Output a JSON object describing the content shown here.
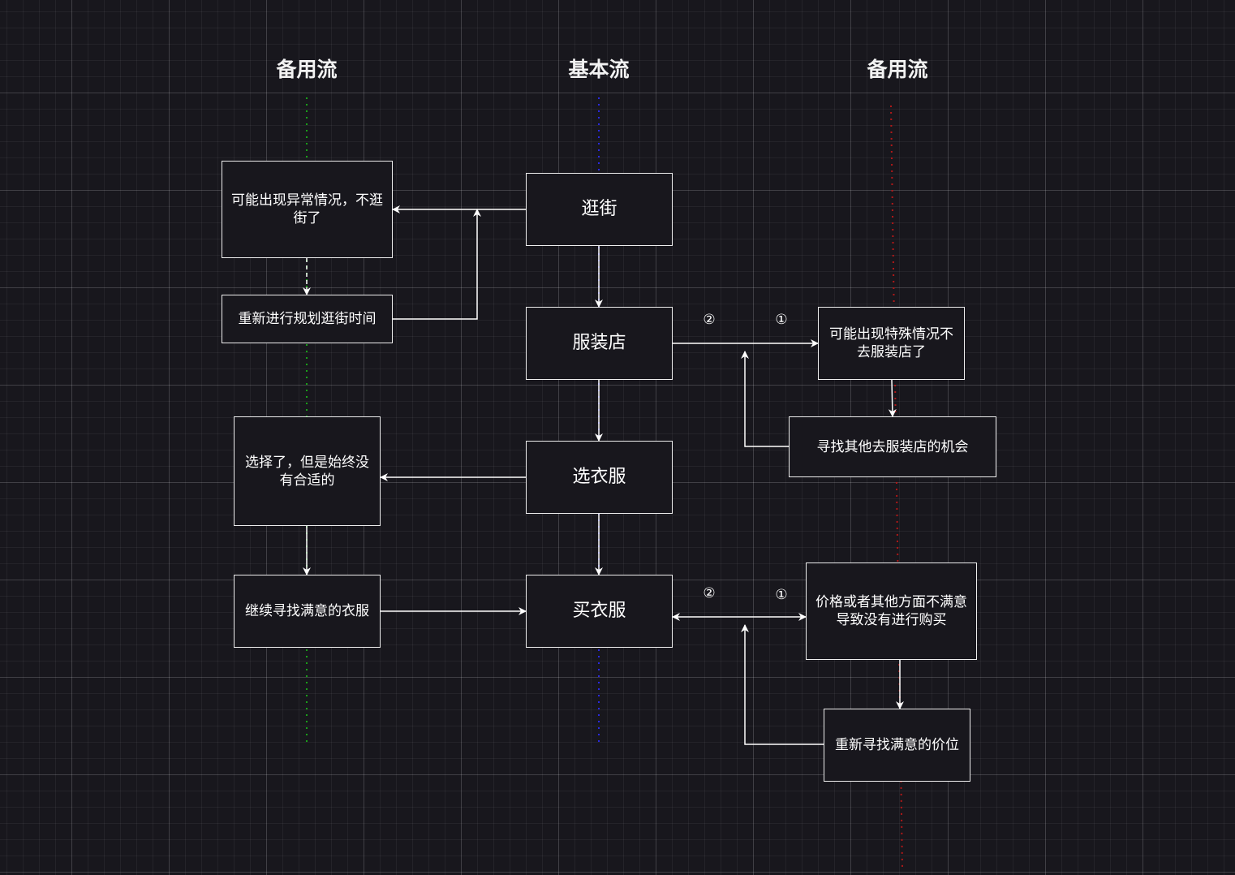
{
  "lanes": {
    "left_title": "备用流",
    "center_title": "基本流",
    "right_title": "备用流"
  },
  "lane_colors": {
    "left": "#1a9e1a",
    "center": "#2a2ae0",
    "right": "#b01818"
  },
  "nodes": {
    "stroll": "逛街",
    "clothing_store": "服装店",
    "choose_clothes": "选衣服",
    "buy_clothes": "买衣服",
    "abnormal_situation": "可能出现异常情况，不逛街了",
    "replan_time": "重新进行规划逛街时间",
    "not_satisfied_choose": "选择了，但是始终没有合适的",
    "continue_search": "继续寻找满意的衣服",
    "special_situation": "可能出现特殊情况不去服装店了",
    "find_other_chance": "寻找其他去服装店的机会",
    "price_unsatisfied": "价格或者其他方面不满意导致没有进行购买",
    "find_price": "重新寻找满意的价位"
  },
  "markers": {
    "store_two": "②",
    "store_one": "①",
    "buy_two": "②",
    "buy_one": "①"
  }
}
